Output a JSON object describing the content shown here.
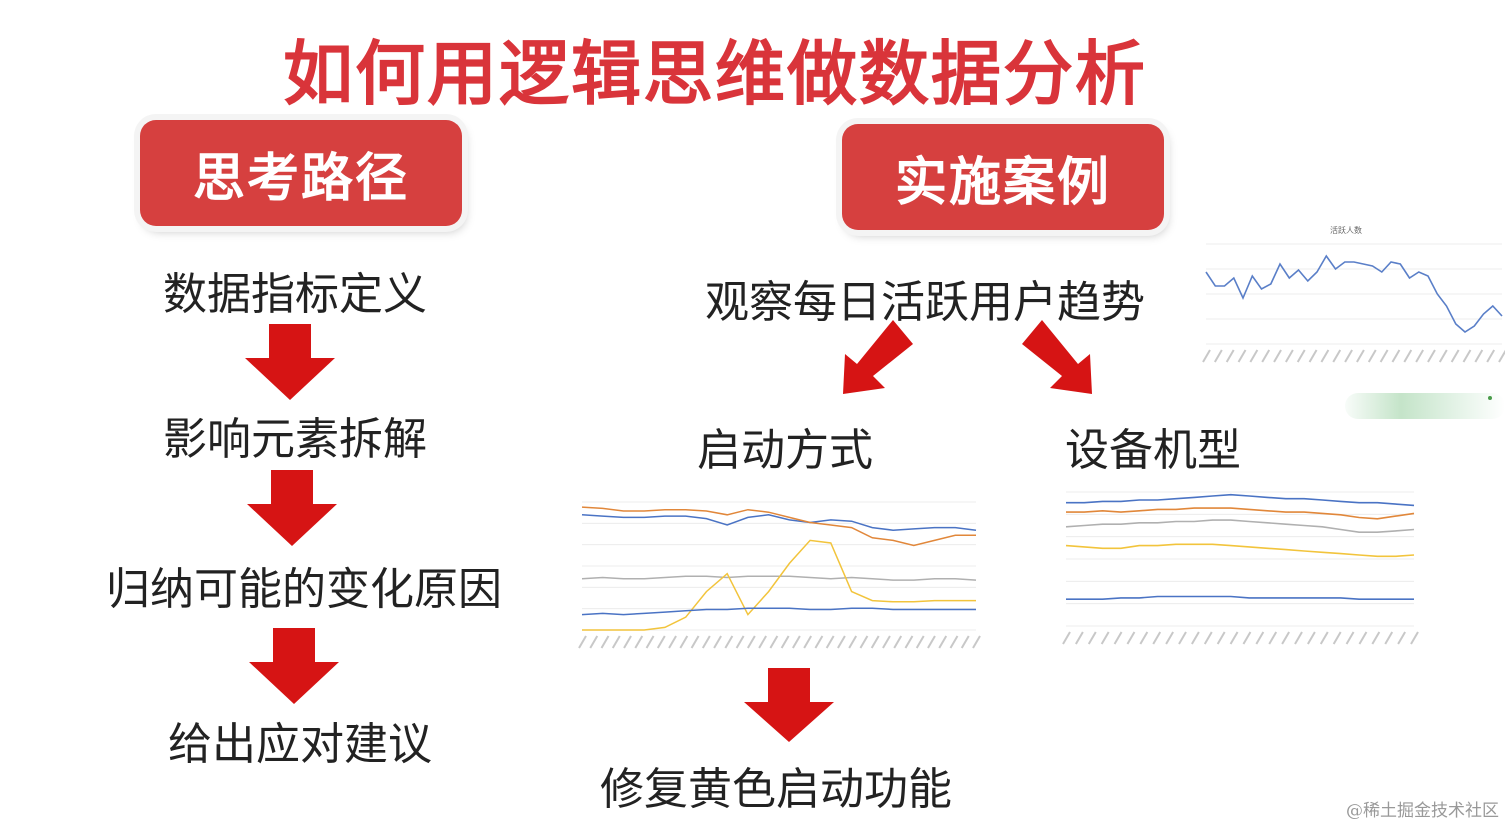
{
  "title": "如何用逻辑思维做数据分析",
  "left_header": "思考路径",
  "right_header": "实施案例",
  "left_steps": [
    "数据指标定义",
    "影响元素拆解",
    "归纳可能的变化原因",
    "给出应对建议"
  ],
  "case": {
    "observe": "观察每日活跃用户趋势",
    "branch_left": "启动方式",
    "branch_right": "设备机型",
    "conclusion": "修复黄色启动功能"
  },
  "watermark": "@稀土掘金技术社区",
  "colors": {
    "accent": "#d6403f",
    "arrow": "#d61414",
    "title": "#d9343a"
  },
  "chart_data": [
    {
      "type": "line",
      "title": "活跃人数",
      "series": [
        {
          "values": [
            0.72,
            0.58,
            0.58,
            0.66,
            0.46,
            0.68,
            0.55,
            0.6,
            0.8,
            0.66,
            0.74,
            0.63,
            0.72,
            0.88,
            0.75,
            0.82,
            0.82,
            0.8,
            0.78,
            0.72,
            0.82,
            0.8,
            0.66,
            0.72,
            0.68,
            0.5,
            0.38,
            0.2,
            0.12,
            0.18,
            0.3,
            0.38,
            0.28
          ]
        }
      ]
    },
    {
      "type": "line",
      "title": "",
      "series": [
        {
          "color": "#4a73c4",
          "values": [
            0.9,
            0.89,
            0.88,
            0.88,
            0.89,
            0.89,
            0.87,
            0.82,
            0.88,
            0.9,
            0.86,
            0.84,
            0.86,
            0.85,
            0.8,
            0.78,
            0.79,
            0.8,
            0.8,
            0.78
          ]
        },
        {
          "color": "#e1873a",
          "values": [
            0.96,
            0.95,
            0.93,
            0.93,
            0.94,
            0.94,
            0.93,
            0.9,
            0.94,
            0.92,
            0.88,
            0.84,
            0.82,
            0.8,
            0.72,
            0.7,
            0.66,
            0.7,
            0.74,
            0.74
          ]
        },
        {
          "color": "#b0b0b0",
          "values": [
            0.4,
            0.41,
            0.4,
            0.4,
            0.41,
            0.42,
            0.42,
            0.41,
            0.42,
            0.42,
            0.42,
            0.41,
            0.4,
            0.41,
            0.4,
            0.39,
            0.39,
            0.4,
            0.4,
            0.39
          ]
        },
        {
          "color": "#f2c43c",
          "values": [
            0.0,
            0.0,
            0.0,
            0.0,
            0.02,
            0.1,
            0.3,
            0.44,
            0.12,
            0.3,
            0.52,
            0.7,
            0.68,
            0.3,
            0.23,
            0.22,
            0.22,
            0.23,
            0.23,
            0.23
          ]
        },
        {
          "color": "#4a73c4",
          "values": [
            0.12,
            0.13,
            0.12,
            0.13,
            0.14,
            0.15,
            0.16,
            0.16,
            0.17,
            0.17,
            0.17,
            0.16,
            0.16,
            0.17,
            0.17,
            0.16,
            0.16,
            0.16,
            0.16,
            0.16
          ]
        }
      ]
    },
    {
      "type": "line",
      "title": "",
      "series": [
        {
          "color": "#4a73c4",
          "values": [
            0.92,
            0.92,
            0.93,
            0.93,
            0.94,
            0.94,
            0.95,
            0.96,
            0.97,
            0.98,
            0.97,
            0.96,
            0.95,
            0.95,
            0.94,
            0.93,
            0.92,
            0.92,
            0.91,
            0.9
          ]
        },
        {
          "color": "#e1873a",
          "values": [
            0.85,
            0.85,
            0.86,
            0.85,
            0.86,
            0.87,
            0.87,
            0.88,
            0.88,
            0.88,
            0.87,
            0.86,
            0.85,
            0.85,
            0.84,
            0.83,
            0.81,
            0.8,
            0.82,
            0.84
          ]
        },
        {
          "color": "#b0b0b0",
          "values": [
            0.74,
            0.75,
            0.76,
            0.76,
            0.77,
            0.77,
            0.78,
            0.78,
            0.79,
            0.79,
            0.78,
            0.77,
            0.76,
            0.75,
            0.74,
            0.72,
            0.7,
            0.7,
            0.71,
            0.72
          ]
        },
        {
          "color": "#f2c43c",
          "values": [
            0.6,
            0.59,
            0.58,
            0.58,
            0.6,
            0.6,
            0.61,
            0.61,
            0.61,
            0.6,
            0.59,
            0.58,
            0.57,
            0.56,
            0.55,
            0.54,
            0.53,
            0.52,
            0.52,
            0.53
          ]
        },
        {
          "color": "#4a73c4",
          "values": [
            0.2,
            0.2,
            0.2,
            0.21,
            0.21,
            0.22,
            0.22,
            0.22,
            0.22,
            0.22,
            0.21,
            0.21,
            0.21,
            0.21,
            0.21,
            0.21,
            0.2,
            0.2,
            0.2,
            0.2
          ]
        }
      ]
    }
  ]
}
